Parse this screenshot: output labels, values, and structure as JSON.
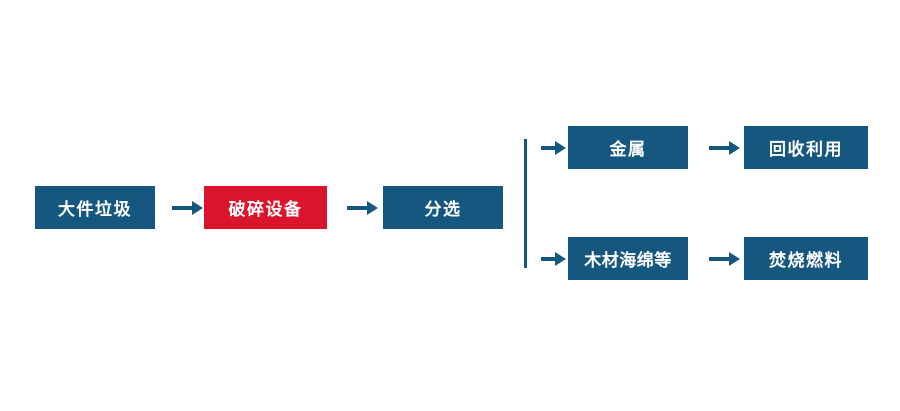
{
  "colors": {
    "primary_blue": "#15577E",
    "accent_red": "#D9142B",
    "background": "#FFFFFF"
  },
  "flow": {
    "input": {
      "label": "大件垃圾"
    },
    "process": {
      "label": "破碎设备"
    },
    "sorting": {
      "label": "分选"
    },
    "branch_top": {
      "material": {
        "label": "金属"
      },
      "outcome": {
        "label": "回收利用"
      }
    },
    "branch_bottom": {
      "material": {
        "label": "木材海绵等"
      },
      "outcome": {
        "label": "焚烧燃料"
      }
    }
  }
}
